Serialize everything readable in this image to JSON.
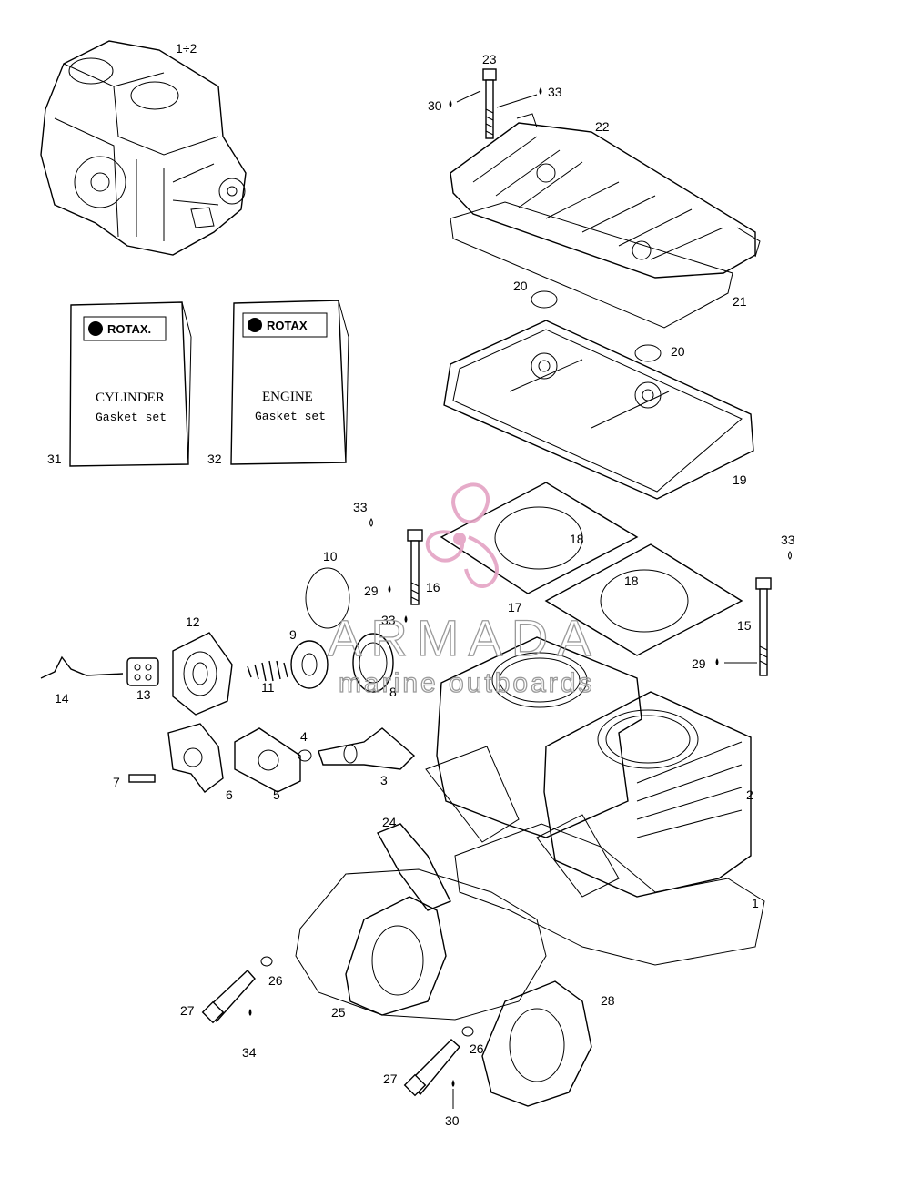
{
  "watermark": {
    "name": "ARMADA",
    "tagline": "marine outboards",
    "color": "#e4a3c4"
  },
  "kits": [
    {
      "brand": "ROTAX.",
      "title": "CYLINDER",
      "subtitle": "Gasket set",
      "callout": "31"
    },
    {
      "brand": "ROTAX",
      "title": "ENGINE",
      "subtitle": "Gasket set",
      "callout": "32"
    }
  ],
  "callouts": {
    "c1x2": "1÷2",
    "c1": "1",
    "c2": "2",
    "c3": "3",
    "c4": "4",
    "c5": "5",
    "c6": "6",
    "c7": "7",
    "c8": "8",
    "c9": "9",
    "c10": "10",
    "c11": "11",
    "c12": "12",
    "c13": "13",
    "c14": "14",
    "c15": "15",
    "c16": "16",
    "c17": "17",
    "c18a": "18",
    "c18b": "18",
    "c19": "19",
    "c20a": "20",
    "c20b": "20",
    "c21": "21",
    "c22": "22",
    "c23": "23",
    "c24": "24",
    "c25": "25",
    "c26a": "26",
    "c26b": "26",
    "c27a": "27",
    "c27b": "27",
    "c28": "28",
    "c29a": "29",
    "c29b": "29",
    "c30a": "30",
    "c30b": "30",
    "c33a": "33",
    "c33b": "33",
    "c33c": "33",
    "c33d": "33",
    "c34": "34"
  }
}
